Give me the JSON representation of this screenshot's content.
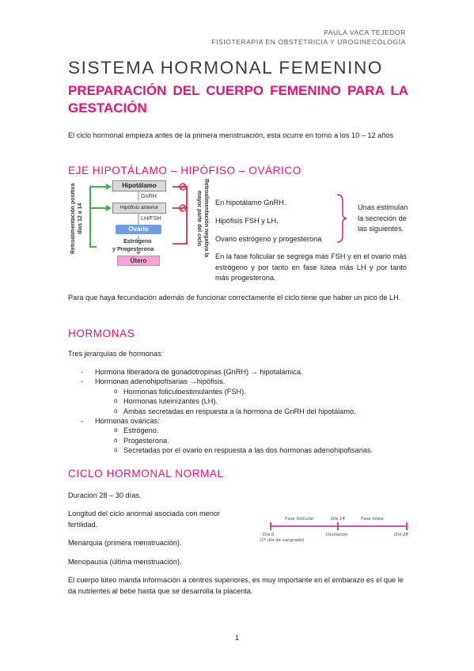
{
  "header": {
    "author": "PAULA VACA TEJEDOR",
    "course": "FISIOTERAPIA EN OBSTETRICIA Y UROGINECOLOGÍA"
  },
  "title": "SISTEMA HORMONAL FEMENINO",
  "subtitle": "PREPARACIÓN DEL CUERPO FEMENINO PARA LA GESTACIÓN",
  "intro": "El ciclo hormonal empieza antes de la primera menstruación, esta ocurre en torno a los 10 – 12 años",
  "section1": {
    "heading": "EJE HIPOTÁLAMO – HIPÓFISO – OVÁRICO",
    "diagram": {
      "left_label": "Retroalimentación positiva días 12 a 14",
      "right_label": "Retroalimentación negativa la mayor parte del ciclo",
      "hipotalamo": "Hipotálamo",
      "gnrh": "GnRH",
      "hipofisis": "Hipófisis anterior",
      "lhfsh": "LH/FSH",
      "ovario": "Ovario",
      "estrogeno": "Estrógeno",
      "progesterona": "y Progesterona",
      "utero": "Útero"
    },
    "list": [
      "En hipotálamo GnRH.",
      "Hipófisis FSH y LH.",
      "Ovario estrógeno y progesterona"
    ],
    "brace_note": "Unas estimulan la secreción de las siguientes.",
    "note": "En la fase folicular se segrega más FSH y en el ovario más estrógeno y por tanto en fase lútea más LH y por tanto más progesterona.",
    "fecundacion": "Para que haya fecundación además de funcionar correctamente el ciclo tiene que haber un pico de LH."
  },
  "section2": {
    "heading": "HORMONAS",
    "intro": "Tres jerarquías de hormonas:",
    "item1": "Hormona liberadora de gonadotropinas (GnRH) → hipotalámica.",
    "item2": "Hormonas adenohipofisarias →hipófisis.",
    "item2_sub": [
      "Hormonas foliculoestimulantes (FSH).",
      "Hormonas luteinizantes (LH).",
      "Ambas secretadas en respuesta a la hormona de GnRH del hipotálamo."
    ],
    "item3": "Hormonas ováricas:",
    "item3_sub": [
      "Estrógeno.",
      "Progesterona.",
      "Secretadas por el ovario en respuesta a las dos hormonas adenohipofisarias."
    ]
  },
  "section3": {
    "heading": "CICLO HORMONAL NORMAL",
    "duracion": "Duración 28 – 30 días.",
    "longitud": "Longitud del ciclo anormal asociada con menor fertilidad.",
    "menarquia": "Menarquia (primera menstruación).",
    "menopausia": "Menopausia (última menstruación).",
    "luteo": "El cuerpo lúteo manda información a centros superiores, es muy importante en el embarazo es el que le da nutrientes al bebe hasta que se desarrolla la placenta.",
    "timeline": {
      "fase_folicular": "Fase folicular",
      "fase_lutea": "Fase lútea",
      "dia0": "Día 0",
      "dia0_note": "(1º día de sangrado)",
      "dia14": "Día 14",
      "ovulacion": "Ovulación",
      "dia28": "Día 28"
    }
  },
  "page_number": "1",
  "colors": {
    "accent": "#e4157a",
    "diagram_green": "#3cb54a",
    "diagram_blue": "#6d9ee8",
    "diagram_pink": "#f7a4d4"
  }
}
